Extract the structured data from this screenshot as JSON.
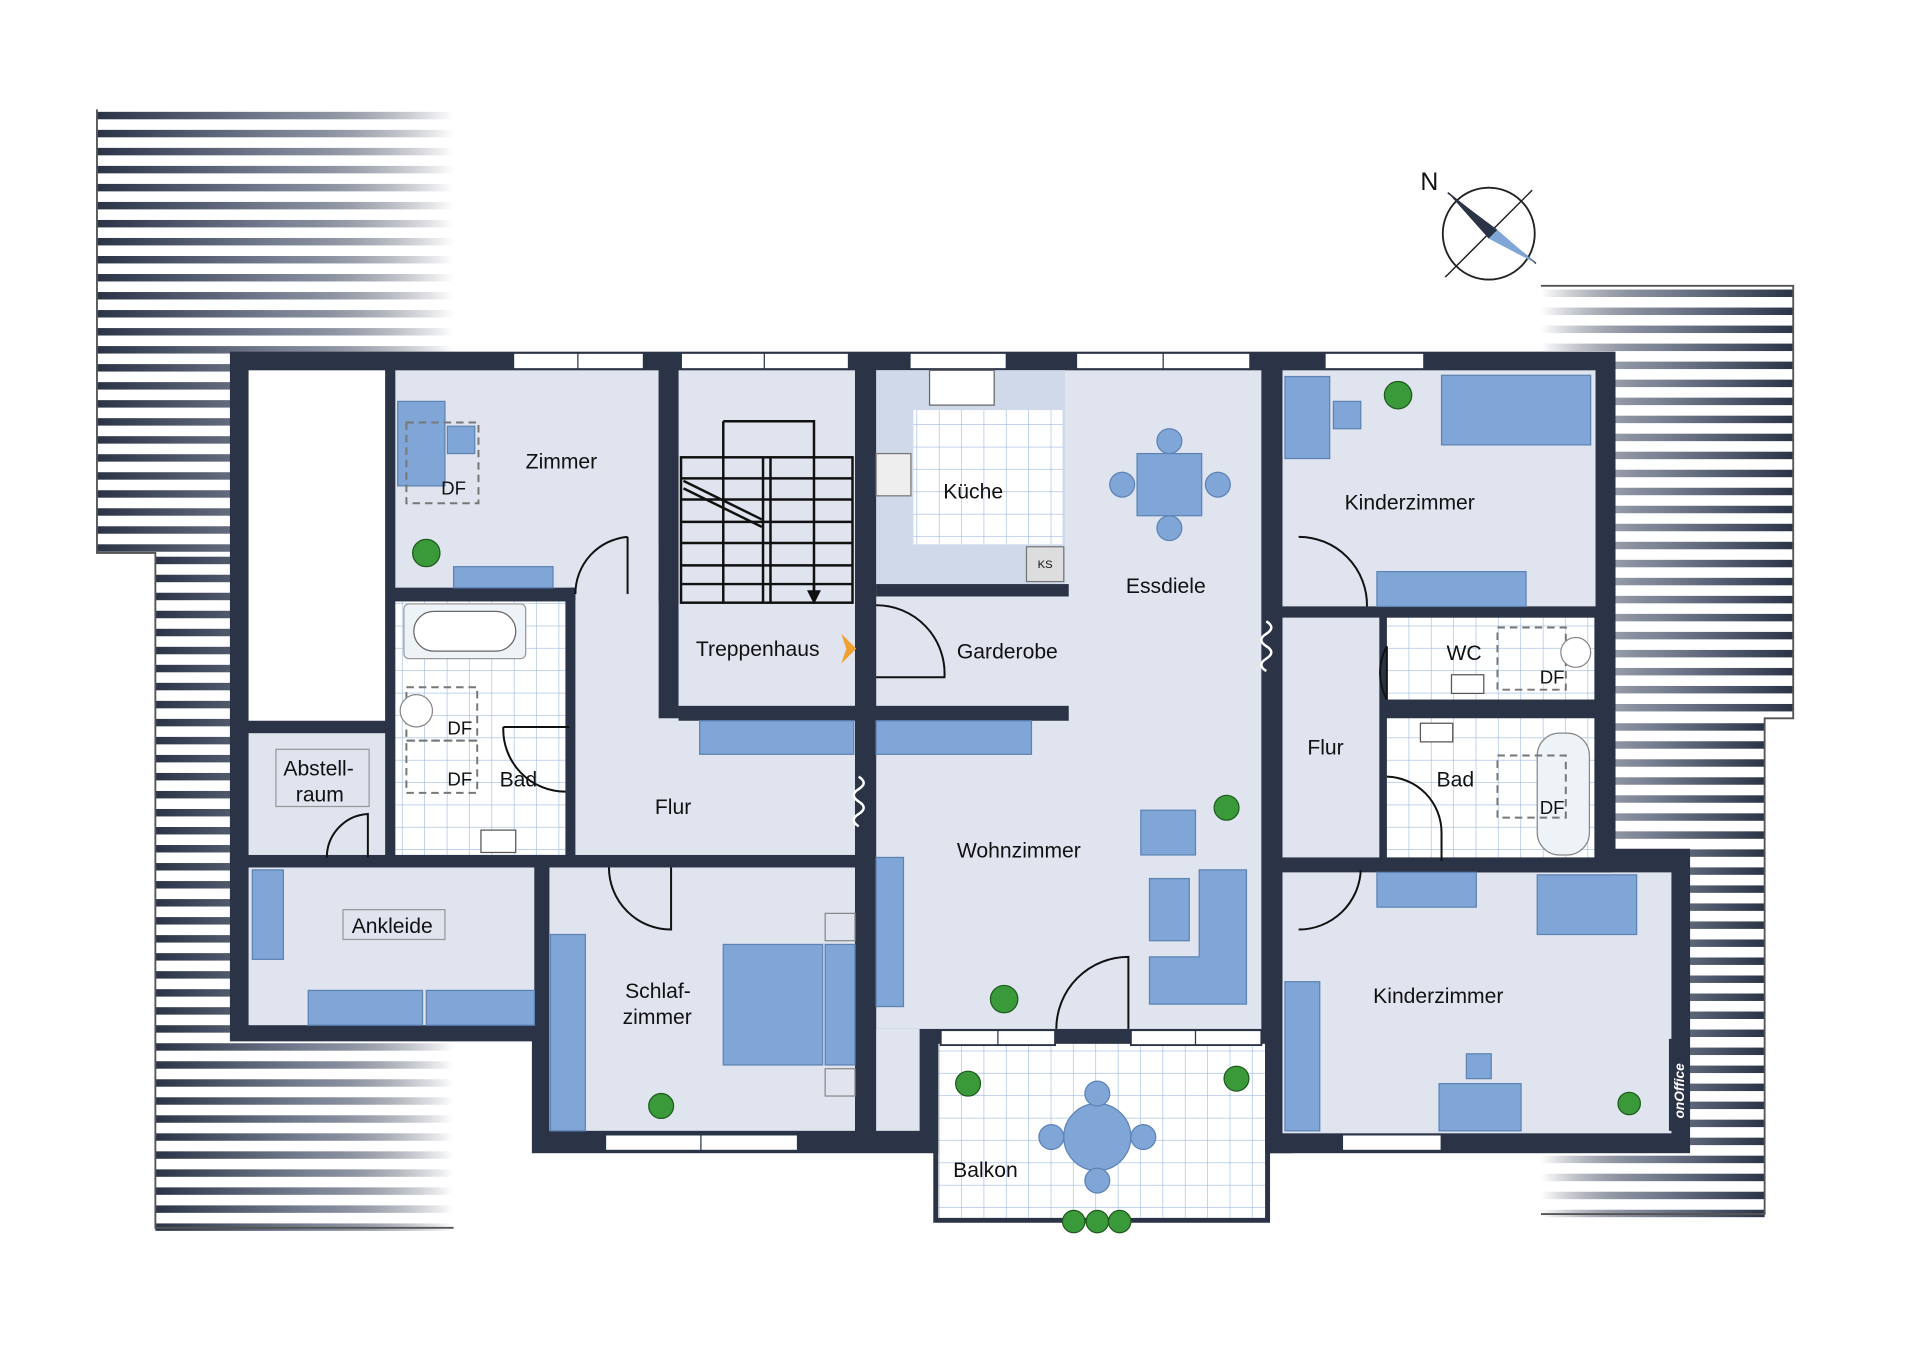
{
  "plan": {
    "compass_label": "N",
    "logo": "onOffice",
    "rooms": {
      "zimmer": "Zimmer",
      "kueche": "Küche",
      "kuehlschrank": "KS",
      "essdiele": "Essdiele",
      "kinderzimmer_top": "Kinderzimmer",
      "treppenhaus": "Treppenhaus",
      "garderobe": "Garderobe",
      "wc": "WC",
      "flur_left": "Flur",
      "flur_right": "Flur",
      "bad_left": "Bad",
      "bad_right": "Bad",
      "abstellraum_1": "Abstell-",
      "abstellraum_2": "raum",
      "ankleide": "Ankleide",
      "schlafzimmer_1": "Schlaf-",
      "schlafzimmer_2": "zimmer",
      "wohnzimmer": "Wohnzimmer",
      "kinderzimmer_bottom": "Kinderzimmer",
      "balkon": "Balkon"
    },
    "df_label": "DF",
    "colors": {
      "wall": "#2b3447",
      "floor": "#dfe4ee",
      "furniture": "#7fa6d6",
      "stair_arrow": "#f0a030",
      "plant": "#3a9a3a"
    }
  }
}
